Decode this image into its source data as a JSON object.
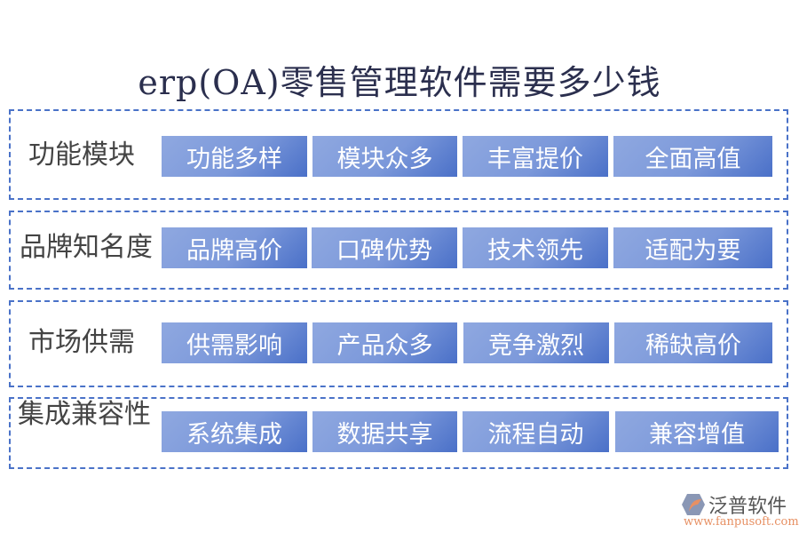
{
  "title": "erp(OA)零售管理软件需要多少钱",
  "groups": [
    {
      "label": "功能模块",
      "items": [
        "功能多样",
        "模块众多",
        "丰富提价",
        "全面高值"
      ]
    },
    {
      "label": "品牌知名度",
      "items": [
        "品牌高价",
        "口碑优势",
        "技术领先",
        "适配为要"
      ]
    },
    {
      "label": "市场供需",
      "items": [
        "供需影响",
        "产品众多",
        "竞争激烈",
        "稀缺高价"
      ]
    },
    {
      "label": "集成兼容性",
      "items": [
        "系统集成",
        "数据共享",
        "流程自动",
        "兼容增值"
      ]
    }
  ],
  "logo": {
    "name": "泛普软件",
    "url": "www.fanpusoft.com"
  },
  "colors": {
    "accent": "#4a72c8",
    "button_light": "#8fa8e0",
    "button_dark": "#4a70c8"
  }
}
